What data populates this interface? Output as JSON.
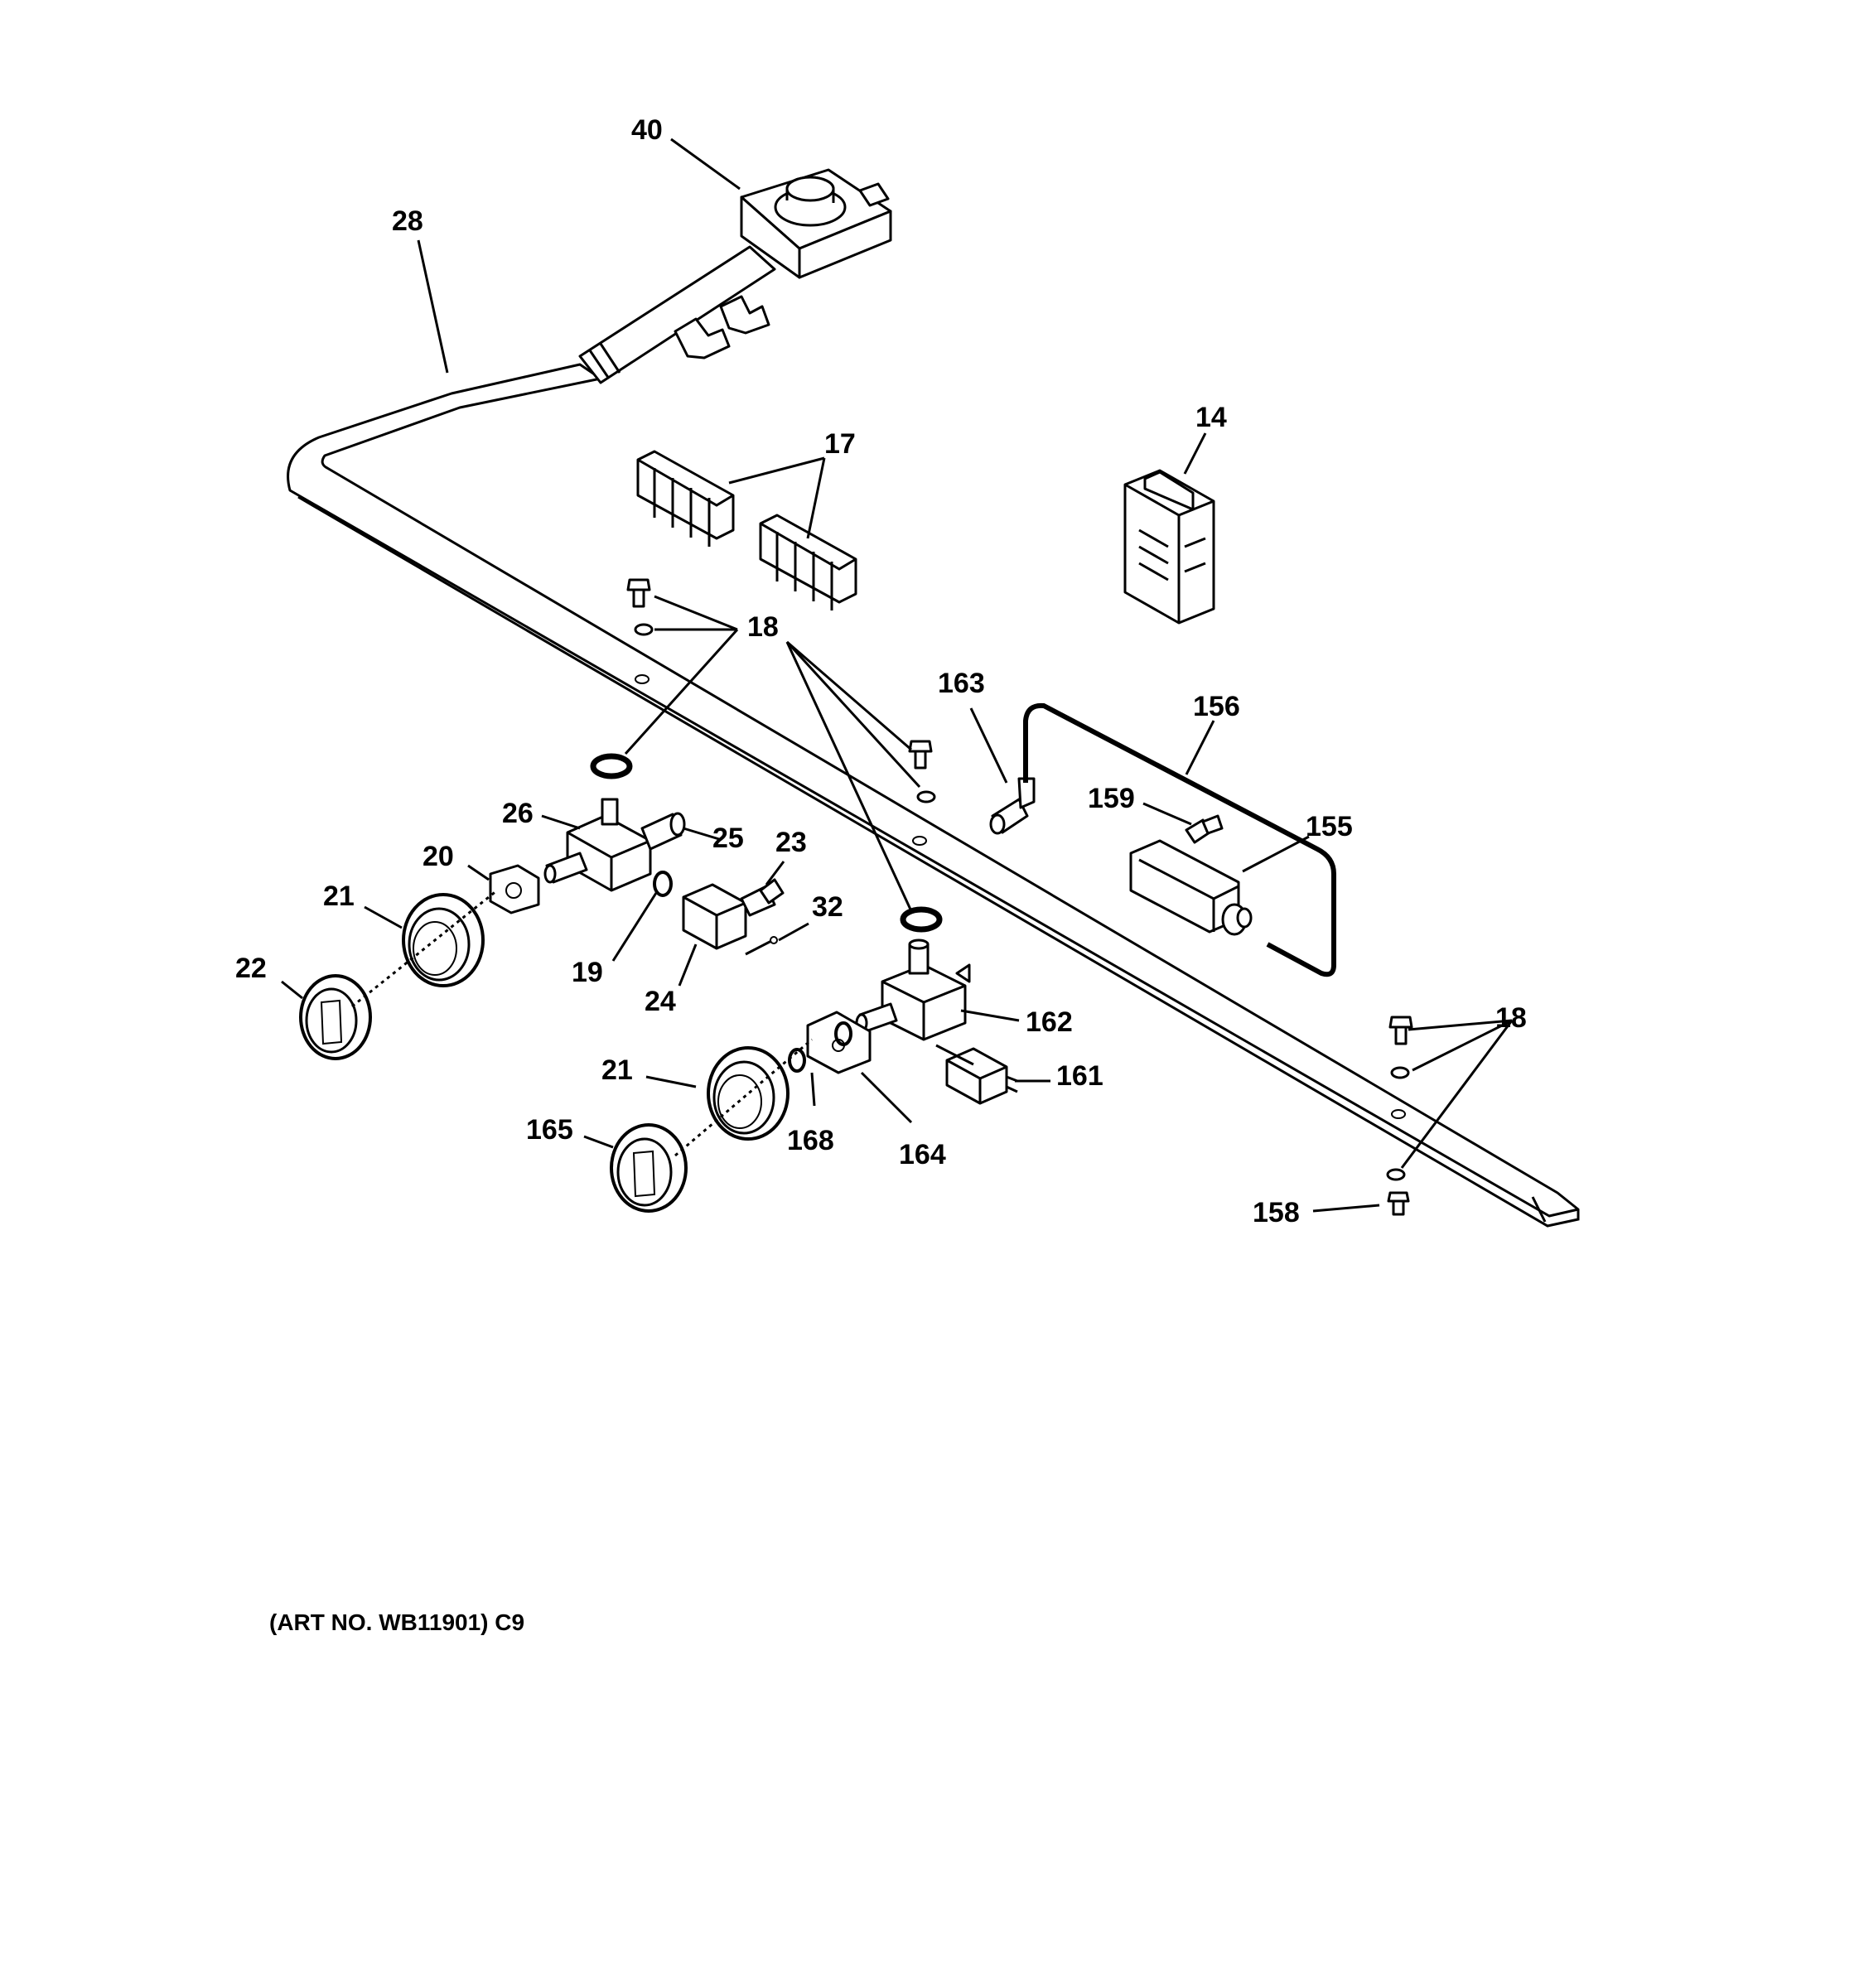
{
  "caption": "(ART NO. WB11901) C9",
  "labels": {
    "l40": "40",
    "l28": "28",
    "l17": "17",
    "l14": "14",
    "l18a": "18",
    "l18b": "18",
    "l163": "163",
    "l156": "156",
    "l159": "159",
    "l155": "155",
    "l26": "26",
    "l25": "25",
    "l23": "23",
    "l20": "20",
    "l21a": "21",
    "l21b": "21",
    "l22": "22",
    "l19": "19",
    "l24": "24",
    "l32": "32",
    "l162": "162",
    "l161": "161",
    "l165": "165",
    "l168": "168",
    "l164": "164",
    "l158": "158"
  }
}
